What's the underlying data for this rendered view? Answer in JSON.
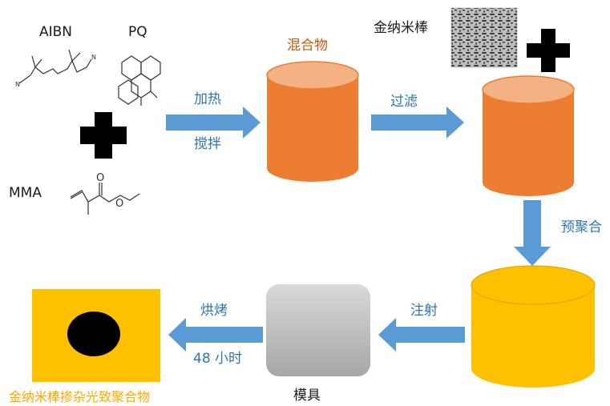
{
  "reagents": {
    "aibn": "AIBN",
    "pq": "PQ",
    "mma": "MMA",
    "gold_nanorods": "金纳米棒"
  },
  "steps": {
    "heat": "加热",
    "stir": "搅拌",
    "filter": "过滤",
    "prepolymerize": "预聚合",
    "inject": "注射",
    "bake": "烘烤",
    "bake_time": "48 小时"
  },
  "nodes": {
    "mixture": "混合物",
    "mold": "模具",
    "product": "金纳米棒掺杂光致聚合物"
  },
  "colors": {
    "arrow": "#5b9bd5",
    "cylinder_orange": "#ed7d31",
    "cylinder_orange_top": "#f4b183",
    "cylinder_gold": "#ffc000",
    "mold_gray": "#c8c8c8",
    "product_gold": "#ffc000"
  }
}
